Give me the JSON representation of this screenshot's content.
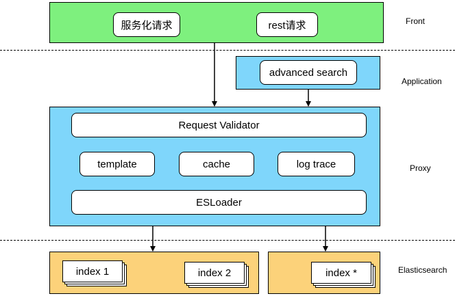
{
  "tiers": {
    "front": "Front",
    "application": "Application",
    "proxy": "Proxy",
    "elasticsearch": "Elasticsearch"
  },
  "front": {
    "service_request": "服务化请求",
    "rest_request": "rest请求"
  },
  "application": {
    "advanced_search": "advanced search"
  },
  "proxy": {
    "request_validator": "Request Validator",
    "template": "template",
    "cache": "cache",
    "log_trace": "log trace",
    "esloader": "ESLoader"
  },
  "elasticsearch": {
    "index_1": "index 1",
    "index_2": "index 2",
    "index_star": "index *"
  },
  "colors": {
    "front": "#7ef07e",
    "application_proxy": "#7fd6fb",
    "elasticsearch": "#fcd27a"
  }
}
